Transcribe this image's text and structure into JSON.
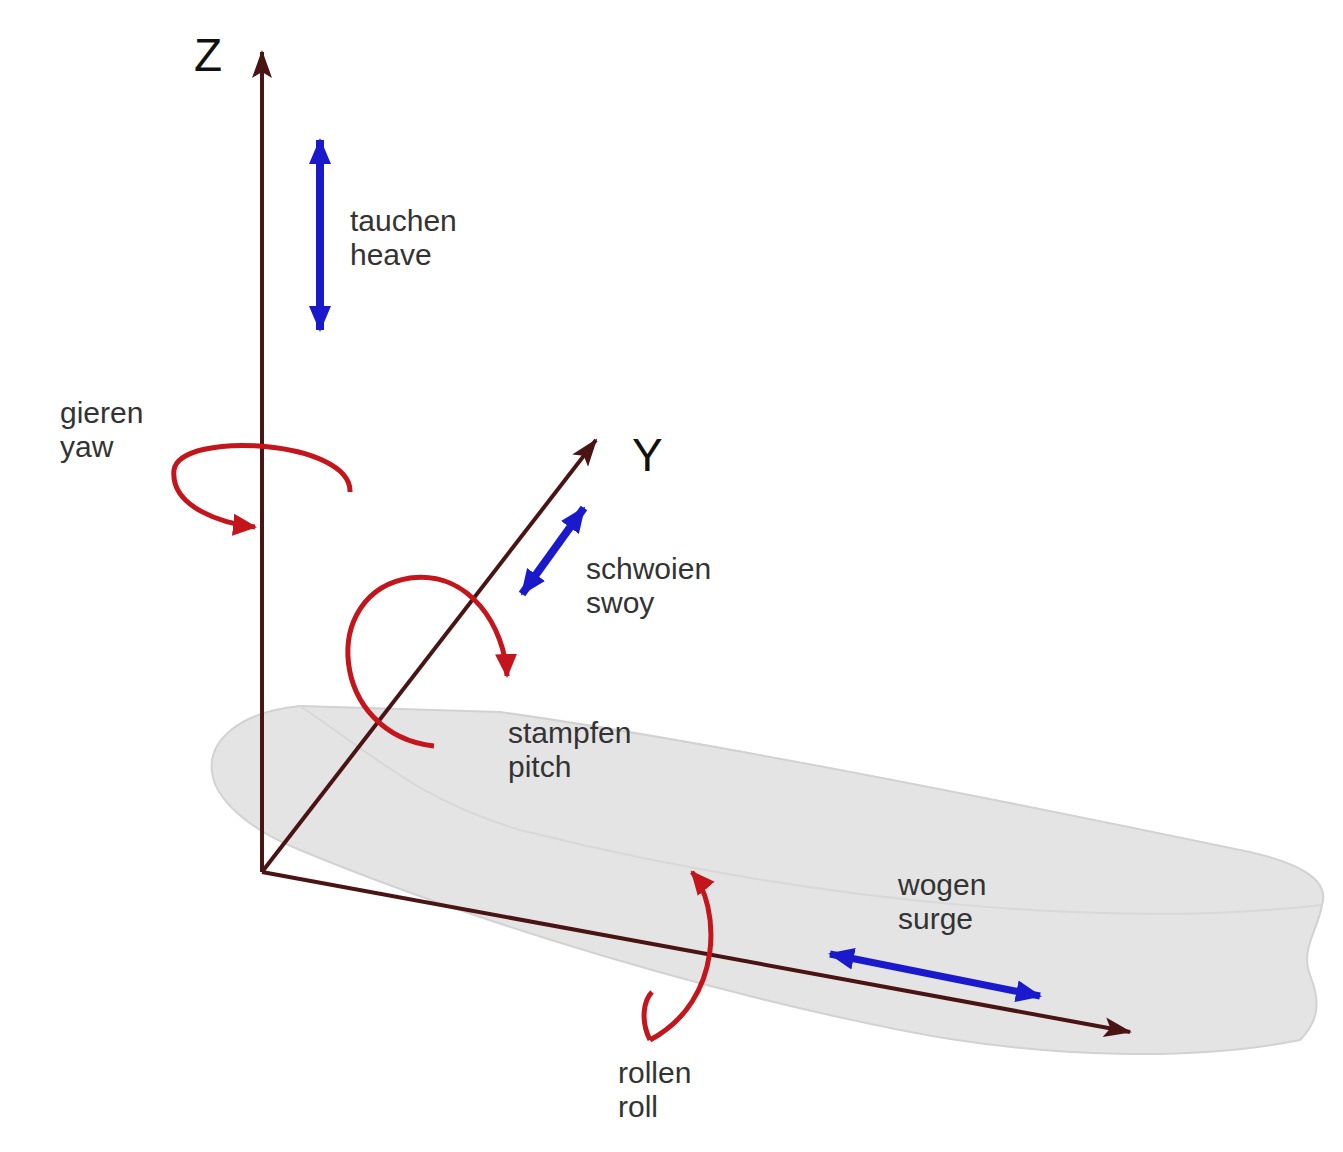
{
  "diagram": {
    "labels": [
      "Z",
      "Y",
      "tauchen heave",
      "gieren yaw",
      "schwoien swoy",
      "stampfen pitch",
      "wogen surge",
      "rollen roll"
    ]
  }
}
